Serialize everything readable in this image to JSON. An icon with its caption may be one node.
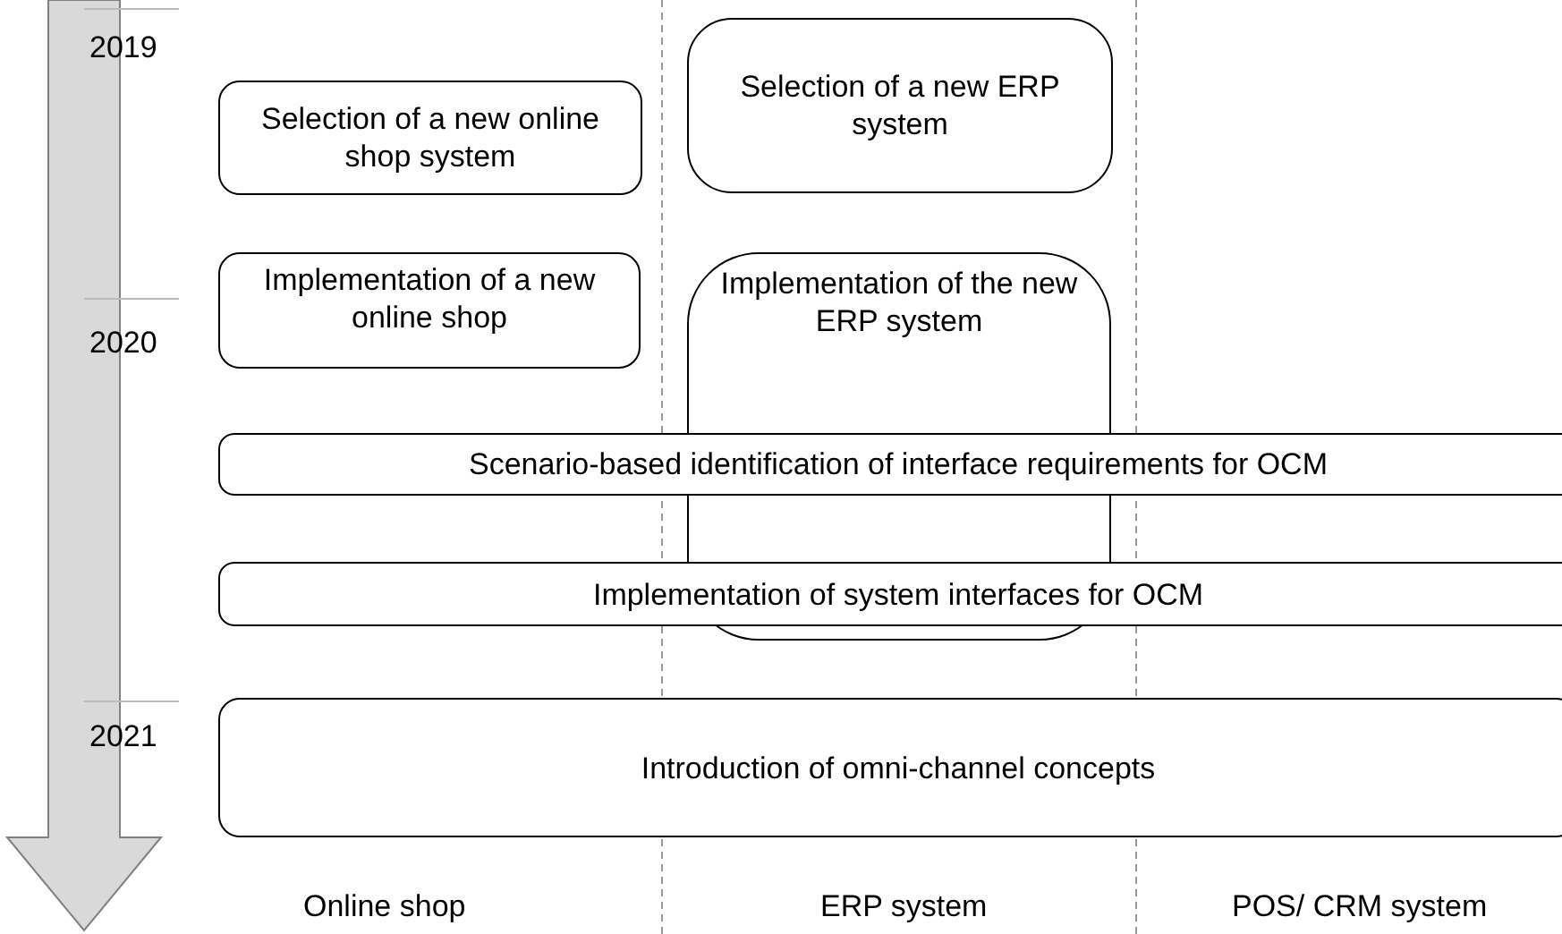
{
  "diagram": {
    "nodes": [
      {
        "text": [
          "Selection of a new online shop system"
        ]
      },
      {
        "text": [
          "Selection of a new ERP system"
        ]
      },
      {
        "text": [
          "Implementation of a new online shop"
        ]
      },
      {
        "text": [
          "Implementation of the new ERP system"
        ]
      },
      {
        "text": [
          "Scenario-based identification of interface requirements for OCM"
        ]
      },
      {
        "text": [
          "Implementation of system interfaces for OCM"
        ]
      },
      {
        "text": [
          "Introduction of omni-channel concepts"
        ]
      }
    ],
    "edges": [],
    "labels": [
      "2019",
      "2020",
      "2021",
      "Online shop",
      "ERP system",
      "POS/ CRM system"
    ]
  }
}
